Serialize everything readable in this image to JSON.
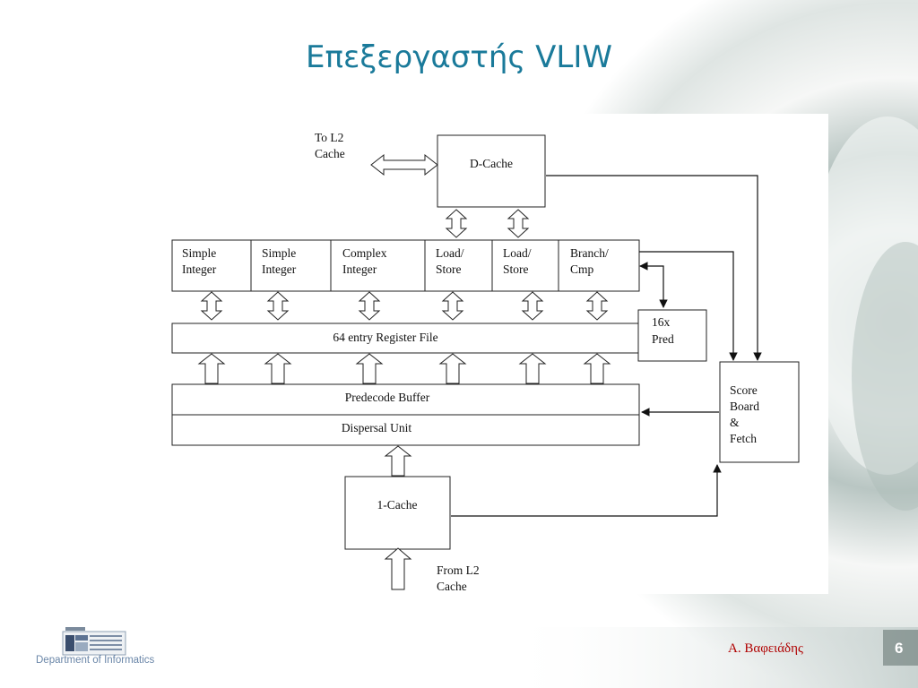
{
  "slide": {
    "title": "Επεξεργαστής VLIW",
    "author": "Α. Βαφειάδης",
    "page_number": "6",
    "logo_caption": "Department of Informatics"
  },
  "diagram": {
    "to_l2": [
      "To L2",
      "Cache"
    ],
    "d_cache": "D-Cache",
    "units": [
      [
        "Simple",
        "Integer"
      ],
      [
        "Simple",
        "Integer"
      ],
      [
        "Complex",
        "Integer"
      ],
      [
        "Load/",
        "Store"
      ],
      [
        "Load/",
        "Store"
      ],
      [
        "Branch/",
        "Cmp"
      ]
    ],
    "register_file": "64 entry Register File",
    "pred": [
      "16x",
      "Pred"
    ],
    "predecode": "Predecode Buffer",
    "dispersal": "Dispersal Unit",
    "scoreboard": [
      "Score",
      "Board",
      "&",
      "Fetch"
    ],
    "i_cache": "1-Cache",
    "from_l2": [
      "From L2",
      "Cache"
    ]
  }
}
